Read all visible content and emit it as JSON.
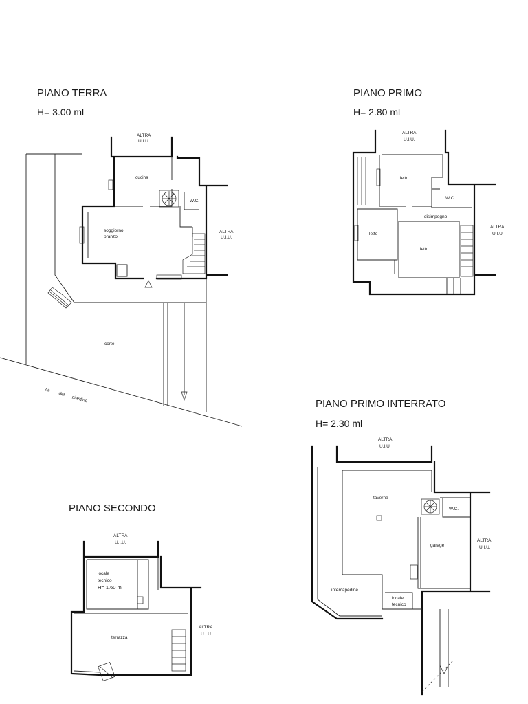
{
  "floors": {
    "terra": {
      "title": "PIANO TERRA",
      "height": "H= 3.00 ml",
      "rooms": {
        "cucina": "cucina",
        "wc": "W.C.",
        "soggiorno_line1": "soggiorno",
        "soggiorno_line2": "pranzo",
        "corte": "corte"
      },
      "altra_top_1": "ALTRA",
      "altra_top_2": "U.I.U.",
      "altra_right_1": "ALTRA",
      "altra_right_2": "U.I.U.",
      "street_words": [
        "via",
        "del",
        "giardino"
      ]
    },
    "primo": {
      "title": "PIANO PRIMO",
      "height": "H= 2.80 ml",
      "rooms": {
        "letto_top": "letto",
        "wc": "W.C.",
        "disimpegno": "disimpegno",
        "letto_left": "letto",
        "letto_center": "letto"
      },
      "altra_top_1": "ALTRA",
      "altra_top_2": "U.I.U.",
      "altra_right_1": "ALTRA",
      "altra_right_2": "U.I.U."
    },
    "interrato": {
      "title": "PIANO PRIMO INTERRATO",
      "height": "H= 2.30 ml",
      "rooms": {
        "taverna": "taverna",
        "wc": "W.C.",
        "garage": "garage",
        "intercapedine": "intercapedine",
        "locale_1": "locale",
        "locale_2": "tecnico"
      },
      "altra_top_1": "ALTRA",
      "altra_top_2": "U.I.U.",
      "altra_right_1": "ALTRA",
      "altra_right_2": "U.I.U."
    },
    "secondo": {
      "title": "PIANO SECONDO",
      "rooms": {
        "locale_1": "locale",
        "locale_2": "tecnico",
        "locale_3": "H= 1.60 ml",
        "terrazza": "terrazza"
      },
      "altra_top_1": "ALTRA",
      "altra_top_2": "U.I.U.",
      "altra_right_1": "ALTRA",
      "altra_right_2": "U.I.U."
    }
  }
}
